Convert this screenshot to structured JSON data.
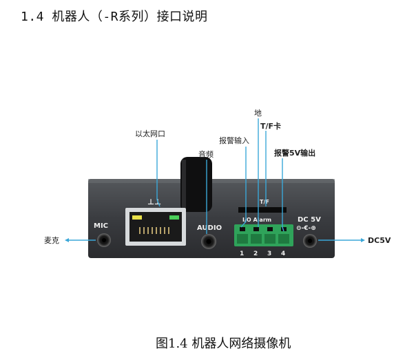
{
  "heading": "1.4 机器人（-R系列）接口说明",
  "caption": "图1.4 机器人网络摄像机",
  "callouts": {
    "ethernet": "以太网口",
    "ground": "地",
    "alarm_in": "报警输入",
    "tf_card": "T/F卡",
    "audio": "音频",
    "alarm_5v_out": "报警5V输出",
    "mic": "麦克",
    "dc5v": "DC5V"
  },
  "device": {
    "mic_label": "MIC",
    "audio_label": "AUDIO",
    "tf_label": "T/F",
    "io_label": "I/O Alarm",
    "dc_label": "DC  5V",
    "dc_polarity": "⊝-€-⊕",
    "pins": [
      "1",
      "2",
      "3",
      "4"
    ]
  },
  "colors": {
    "callout_line": "#3aa7d8",
    "panel": "#3a3c40",
    "terminal": "#2fa35a"
  }
}
